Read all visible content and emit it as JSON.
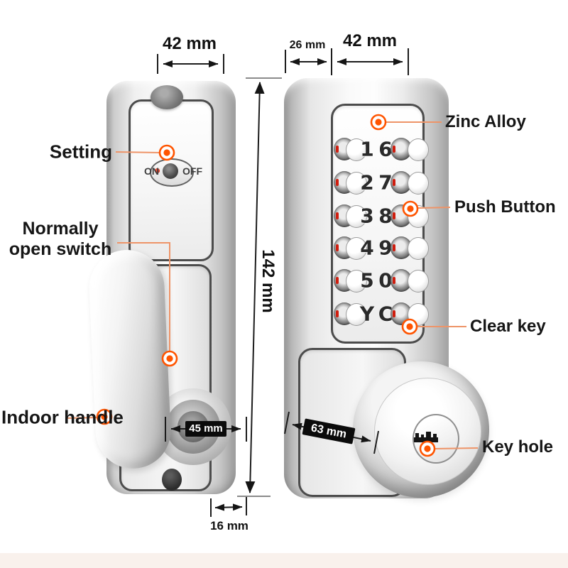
{
  "dimensions": {
    "back_width": "42 mm",
    "side_depth": "26 mm",
    "front_width": "42 mm",
    "height": "142 mm",
    "handle_plate_width": "45 mm",
    "knob_depth": "63 mm",
    "bottom_depth": "16 mm"
  },
  "callouts": {
    "setting": "Setting",
    "normally_open": [
      "Normally",
      "open switch"
    ],
    "indoor_handle": "Indoor handle",
    "zinc_alloy": "Zinc Alloy",
    "push_button": "Push Button",
    "clear_key": "Clear key",
    "key_hole": "Key hole"
  },
  "back_lock": {
    "switch_on": "ON",
    "switch_off": "OFF"
  },
  "keypad": {
    "rows": [
      {
        "left": "1",
        "right": "6"
      },
      {
        "left": "2",
        "right": "7"
      },
      {
        "left": "3",
        "right": "8"
      },
      {
        "left": "4",
        "right": "9"
      },
      {
        "left": "5",
        "right": "0"
      },
      {
        "left": "Y",
        "right": "C"
      }
    ]
  },
  "colors": {
    "accent": "#ff5400",
    "callout_line": "#ee9468",
    "dim_label_bg": "#0b0b0b"
  }
}
